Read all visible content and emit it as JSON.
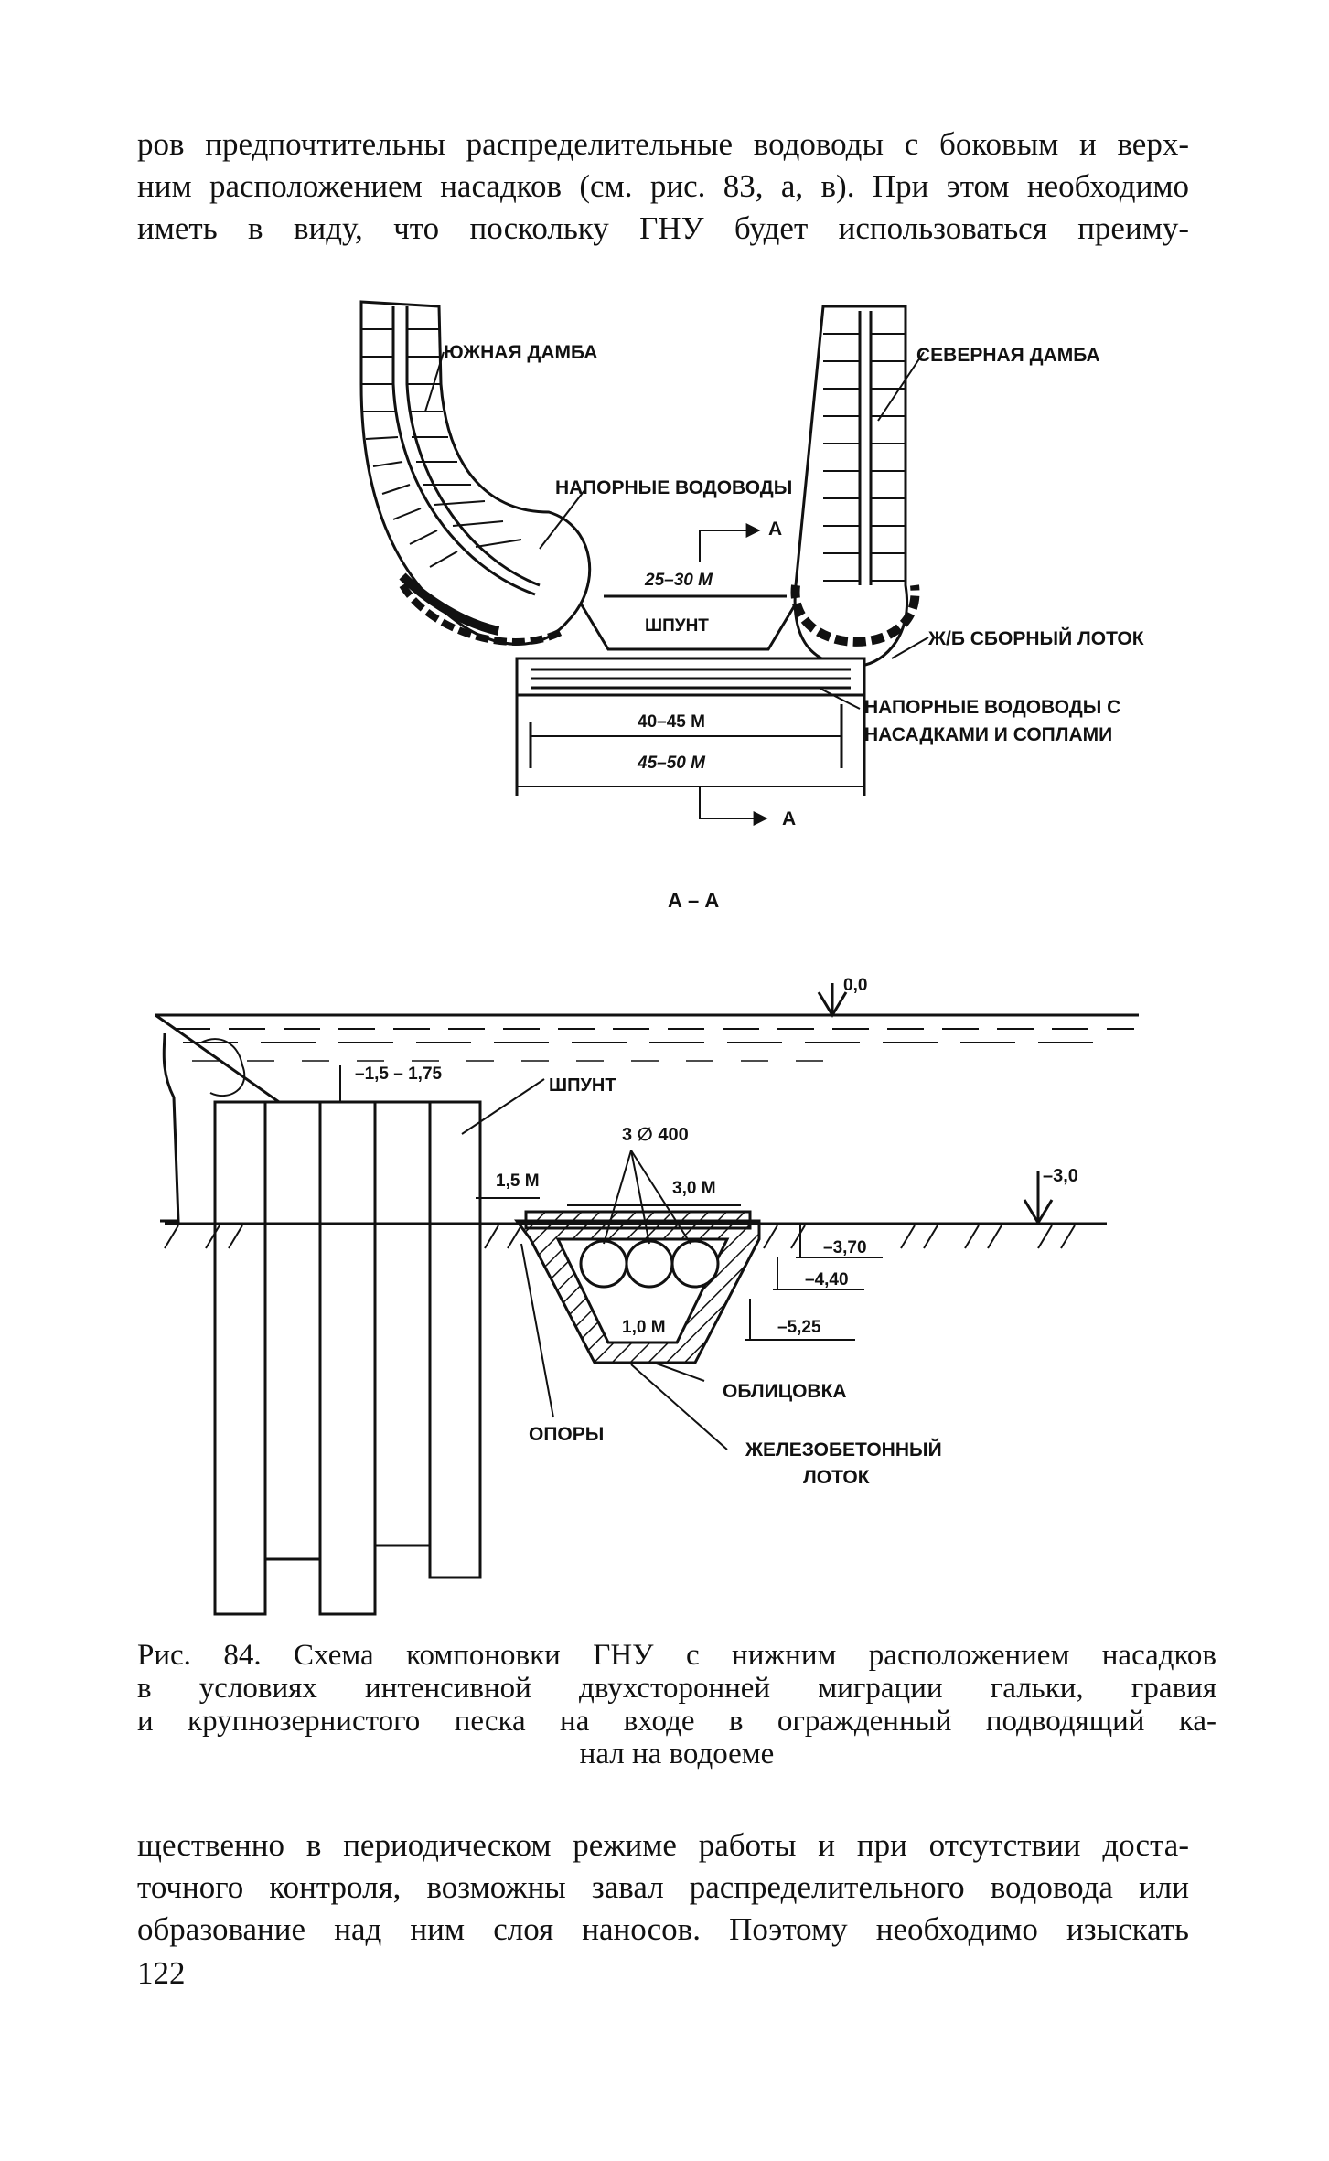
{
  "page": {
    "top_text": [
      "ров предпочтительны распределительные водоводы с боковым и верх-",
      "ним расположением насадков (см. рис. 83, а, в). При этом необходимо",
      "иметь в виду, что поскольку ГНУ будет использоваться преиму-"
    ],
    "figure": {
      "plan": {
        "south_dam": "ЮЖНАЯ ДАМБА",
        "north_dam": "СЕВЕРНАЯ ДАМБА",
        "pressure_pipes": "НАПОРНЫЕ ВОДОВОДЫ",
        "section_mark_top": "А",
        "section_mark_bottom": "А",
        "gap": "25–30 М",
        "sheet_pile": "ШПУНТ",
        "channel": "Ж/Б СБОРНЫЙ ЛОТОК",
        "nozzle_pipes_1": "НАПОРНЫЕ ВОДОВОДЫ С",
        "nozzle_pipes_2": "НАСАДКАМИ И СОПЛАМИ",
        "dim_inner": "40–45 М",
        "dim_outer": "45–50 М"
      },
      "section_title": "А – А",
      "section": {
        "level_water": "0,0",
        "level_pile": "–1,5 – 1,75",
        "sheet_pile": "ШПУНТ",
        "pipes": "3 ∅ 400",
        "dist_1": "1,5 М",
        "dist_2": "3,0 М",
        "level_bottom": "–3,0",
        "level_1": "–3,70",
        "level_2": "–4,40",
        "level_3": "–5,25",
        "width": "1,0 М",
        "lining": "ОБЛИЦОВКА",
        "supports": "ОПОРЫ",
        "tray_1": "ЖЕЛЕЗОБЕТОННЫЙ",
        "tray_2": "ЛОТОК"
      }
    },
    "caption": [
      "Рис. 84. Схема компоновки ГНУ с нижним расположением насадков",
      "в условиях интенсивной двухсторонней миграции гальки, гравия",
      "и крупнозернистого песка на входе в огражденный подводящий ка-",
      "нал на водоеме"
    ],
    "bottom_text": [
      "щественно в периодическом режиме работы и при отсутствии доста-",
      "точного контроля, возможны завал распределительного водовода или",
      "образование над ним слоя наносов. Поэтому необходимо изыскать"
    ],
    "page_number": "122"
  }
}
